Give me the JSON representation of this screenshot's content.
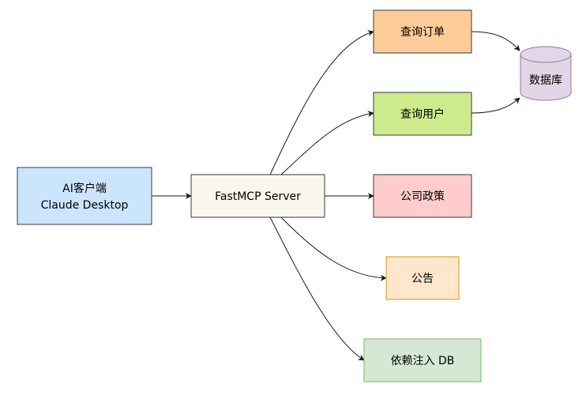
{
  "diagram": {
    "nodes": {
      "client": {
        "line1": "AI客户端",
        "line2": "Claude Desktop",
        "fill": "#cce5ff",
        "stroke": "#36393d"
      },
      "server": {
        "label": "FastMCP Server",
        "fill": "#f9f7ed",
        "stroke": "#36393d"
      },
      "query_order": {
        "label": "查询订单",
        "fill": "#ffcc99",
        "stroke": "#36393d"
      },
      "query_user": {
        "label": "查询用户",
        "fill": "#cdeb8b",
        "stroke": "#36393d"
      },
      "policy": {
        "label": "公司政策",
        "fill": "#ffcccc",
        "stroke": "#36393d"
      },
      "notice": {
        "label": "公告",
        "fill": "#ffe6cc",
        "stroke": "#d79b00"
      },
      "di_db": {
        "label": "依赖注入 DB",
        "fill": "#d5e8d4",
        "stroke": "#82b366"
      },
      "database": {
        "label": "数据库",
        "fill": "#e1d5e7",
        "stroke": "#9673a6"
      }
    },
    "edge_color": "#1a1a1a"
  }
}
